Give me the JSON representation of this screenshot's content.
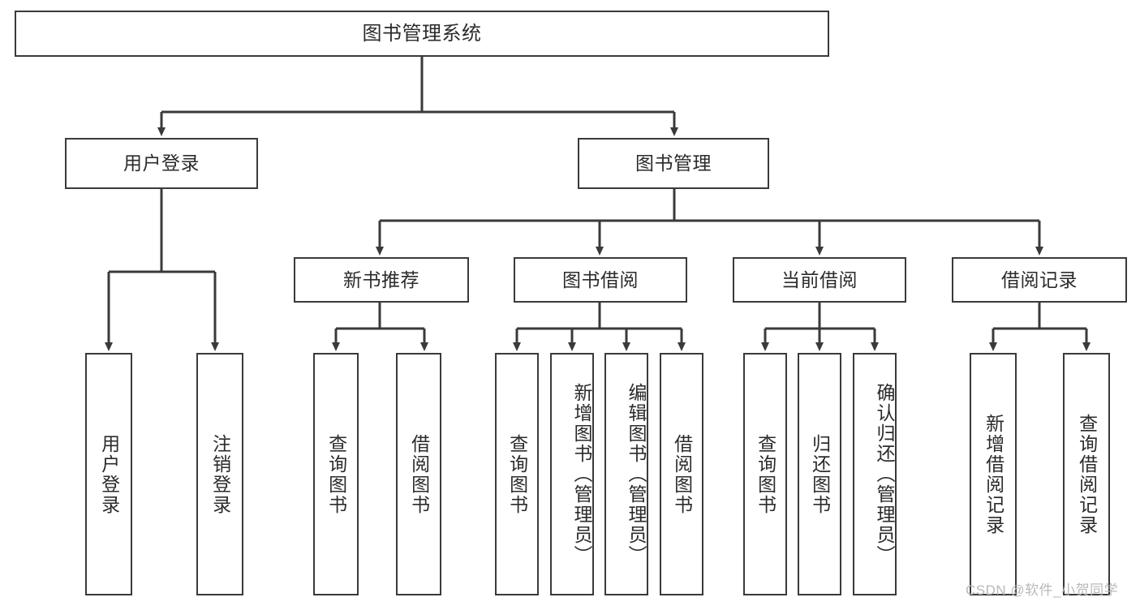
{
  "diagram": {
    "title": "图书管理系统",
    "root": {
      "label": "图书管理系统"
    },
    "level2": [
      {
        "label": "用户登录"
      },
      {
        "label": "图书管理"
      }
    ],
    "level3": [
      {
        "label": "新书推荐"
      },
      {
        "label": "图书借阅"
      },
      {
        "label": "当前借阅"
      },
      {
        "label": "借阅记录"
      }
    ],
    "leaves": {
      "user_login": [
        {
          "label": "用户登录"
        },
        {
          "label": "注销登录"
        }
      ],
      "new_book_recommend": [
        {
          "label": "查询图书"
        },
        {
          "label": "借阅图书"
        }
      ],
      "book_borrow": [
        {
          "label": "查询图书"
        },
        {
          "label": "新增图书（管理员）"
        },
        {
          "label": "编辑图书（管理员）"
        },
        {
          "label": "借阅图书"
        }
      ],
      "current_borrow": [
        {
          "label": "查询图书"
        },
        {
          "label": "归还图书"
        },
        {
          "label": "确认归还（管理员）"
        }
      ],
      "borrow_record": [
        {
          "label": "新增借阅记录"
        },
        {
          "label": "查询借阅记录"
        }
      ]
    }
  },
  "watermark": {
    "text": "CSDN @软件_小贺同学"
  },
  "colors": {
    "line": "#3a3a3c",
    "text": "#2b2b2b",
    "background": "#ffffff",
    "watermark": "#b9b9bd"
  }
}
